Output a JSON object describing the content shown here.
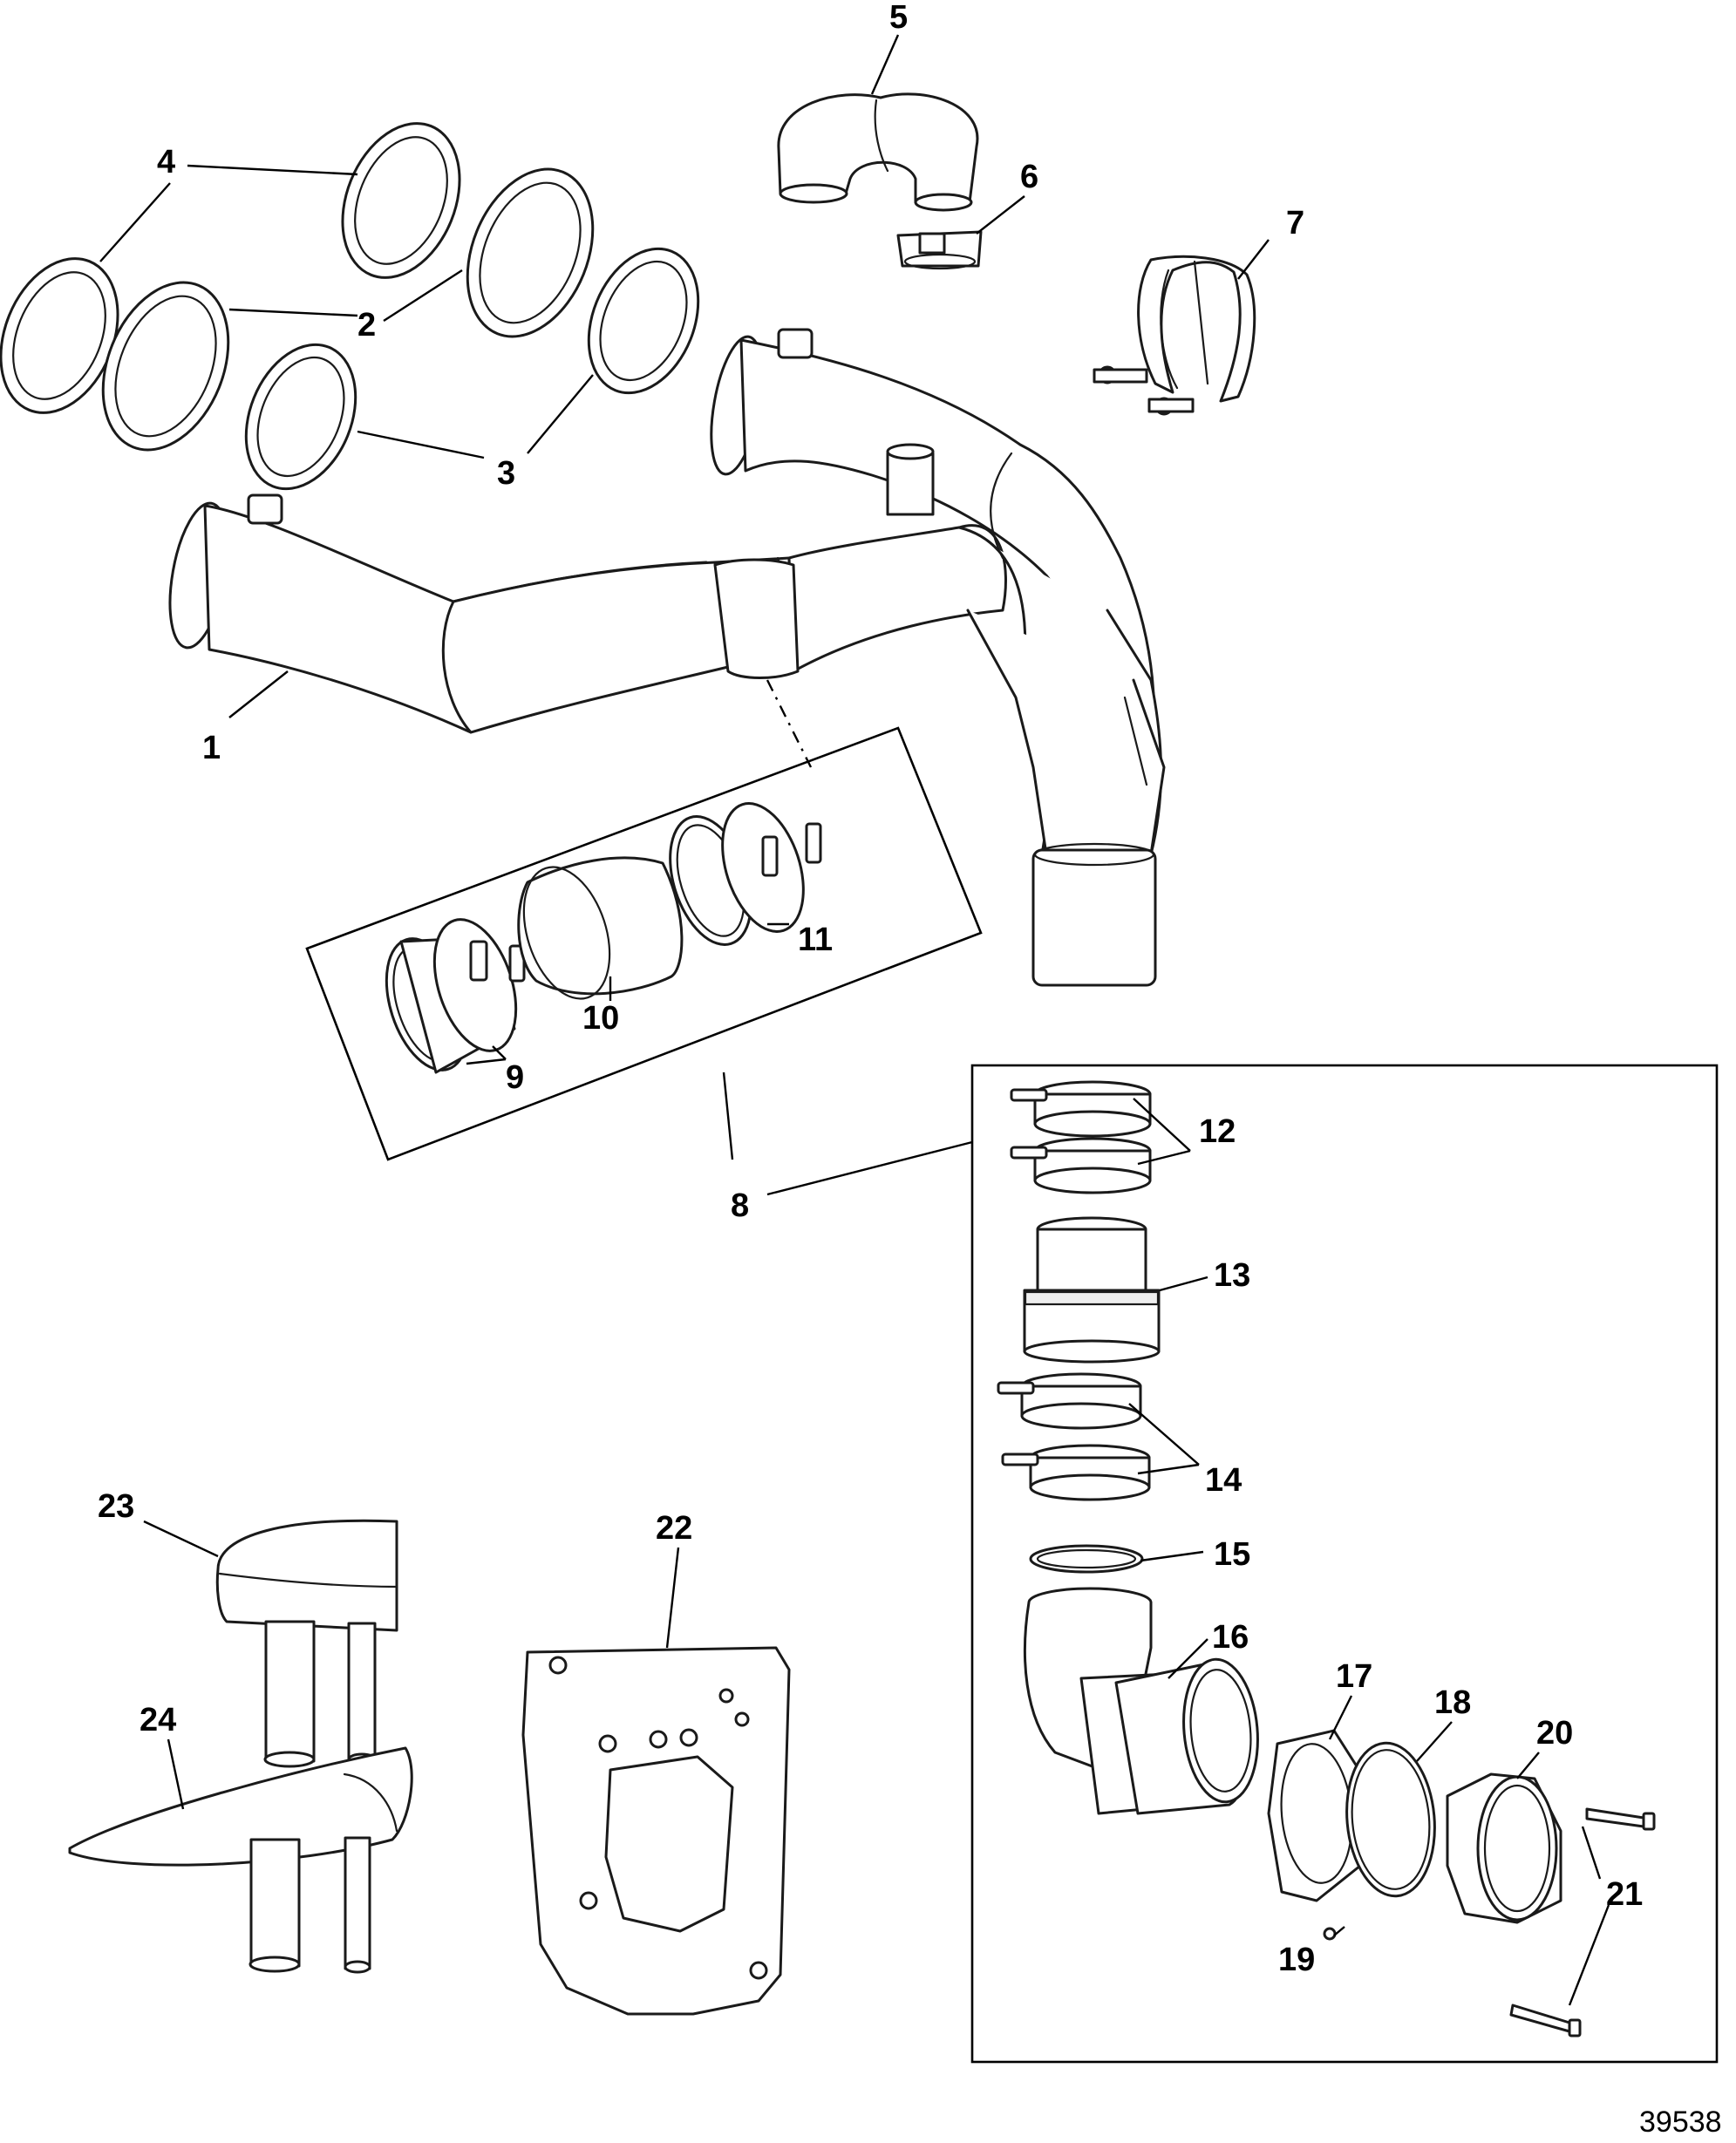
{
  "callouts": {
    "c1": "1",
    "c2": "2",
    "c3": "3",
    "c4": "4",
    "c5": "5",
    "c6": "6",
    "c7": "7",
    "c8": "8",
    "c9": "9",
    "c10": "10",
    "c11": "11",
    "c12": "12",
    "c13": "13",
    "c14": "14",
    "c15": "15",
    "c16": "16",
    "c17": "17",
    "c18": "18",
    "c19": "19",
    "c20": "20",
    "c21": "21",
    "c22": "22",
    "c23": "23",
    "c24": "24"
  },
  "figure_number": "39538"
}
